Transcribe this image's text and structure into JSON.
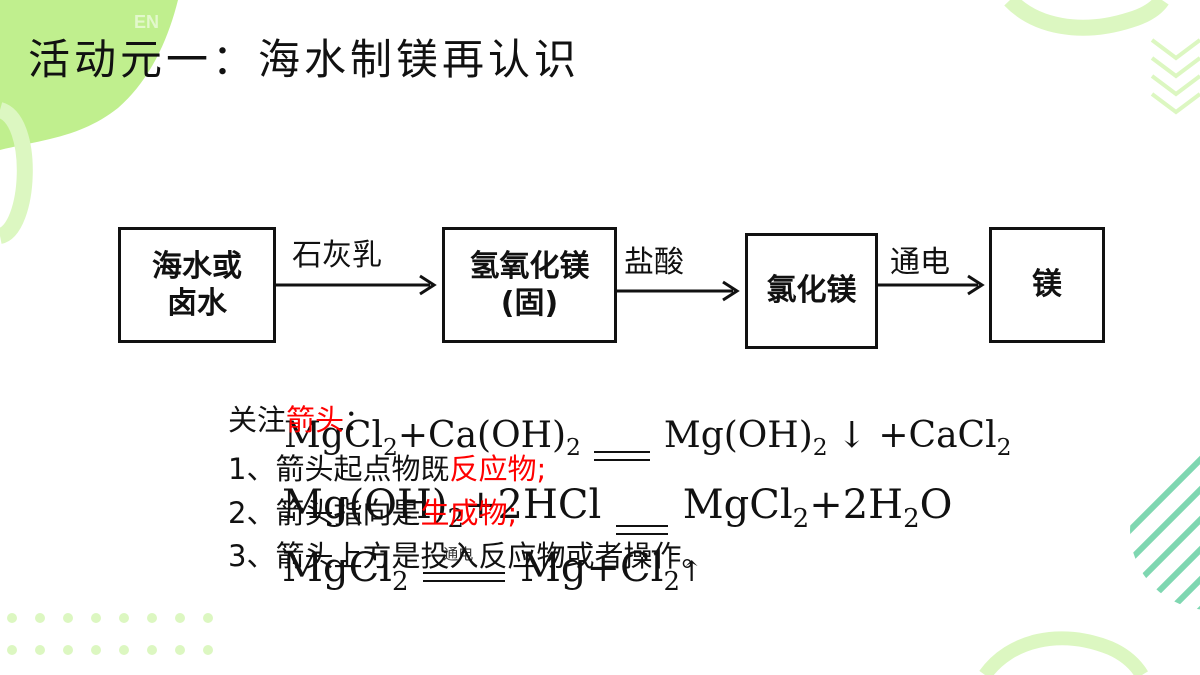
{
  "colors": {
    "accent_green": "#b5ec7a",
    "accent_green_light": "#dcf7c1",
    "accent_teal": "#7fd7b1",
    "text": "#111111",
    "highlight_red": "#ff0000"
  },
  "watermark": "EN",
  "title": "活动元一：海水制镁再认识",
  "flow": {
    "box1": {
      "line1": "海水或",
      "line2": "卤水"
    },
    "arrow1_label": "石灰乳",
    "box2": {
      "line1": "氢氧化镁",
      "line2": "(固)"
    },
    "arrow2_label": "盐酸",
    "box3": {
      "line1": "氯化镁"
    },
    "arrow3_label": "通电",
    "box4": {
      "line1": "镁"
    }
  },
  "notes": {
    "heading_prefix": "关注",
    "heading_red": "箭头",
    "heading_suffix": "：",
    "item1_prefix": "1、箭头起点物既",
    "item1_red": "反应物;",
    "item2_prefix": "2、箭头指向是",
    "item2_red": "生成物;",
    "item3": "3、箭头上方是投入反应物或者操作。"
  },
  "equations": {
    "eq1": {
      "a": "MgCl",
      "a_sub": "2",
      "b": "+Ca(OH)",
      "b_sub": "2",
      "c": "Mg(OH)",
      "c_sub": "2",
      "d": "↓ +CaCl",
      "d_sub": "2"
    },
    "eq2": {
      "a": "Mg(OH)",
      "a_sub": "2",
      "b": "+2HCl",
      "c": "MgCl",
      "c_sub": "2",
      "d": "+2H",
      "d_sub": "2",
      "e": "O"
    },
    "eq3": {
      "condition": "通电",
      "a": "MgCl",
      "a_sub": "2",
      "c": "Mg+Cl",
      "c_sub": "2",
      "d": "↑"
    }
  }
}
